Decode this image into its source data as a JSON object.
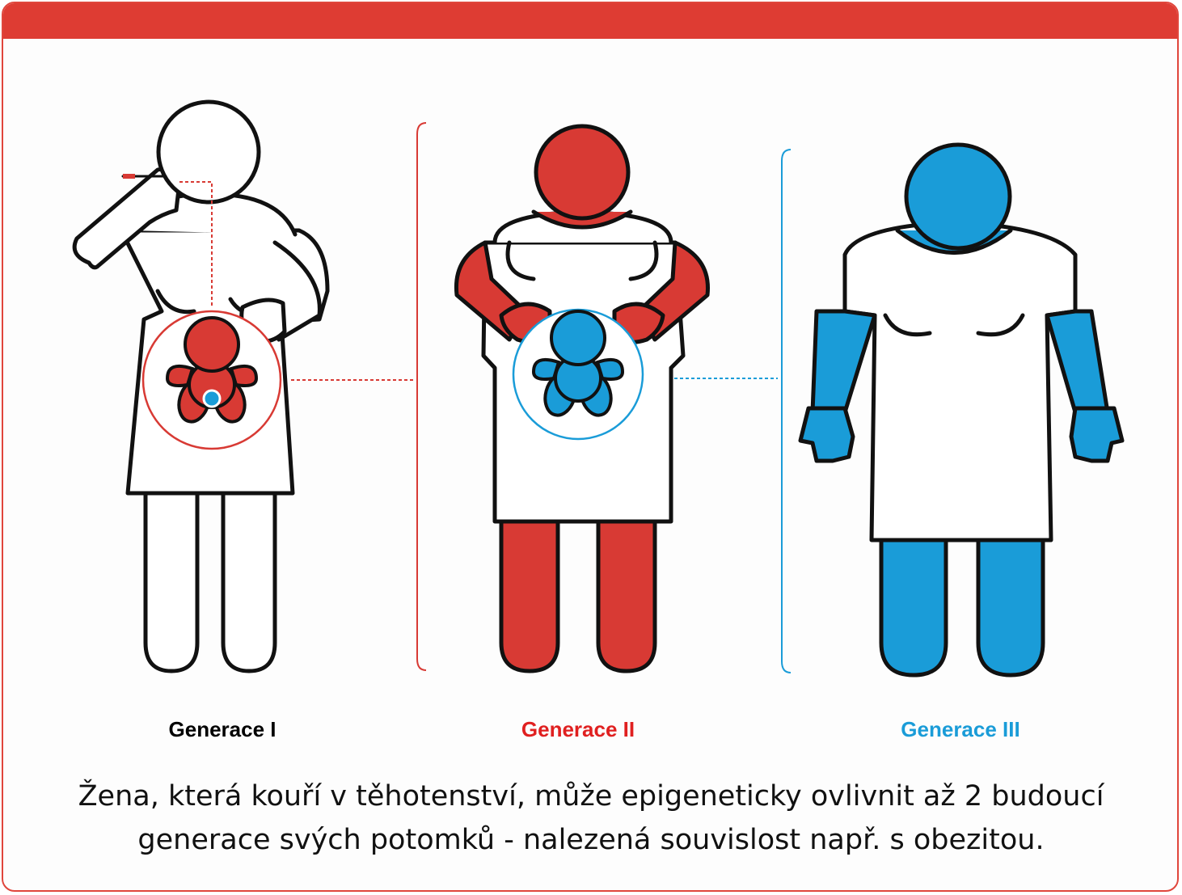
{
  "generations": [
    {
      "label": "Generace I",
      "color": "#000000"
    },
    {
      "label": "Generace II",
      "color": "#e02020"
    },
    {
      "label": "Generace III",
      "color": "#1a9cd8"
    }
  ],
  "caption": {
    "line1": "Žena, která kouří v těhotenství, může epigeneticky ovlivnit až 2 budoucí",
    "line2": "generace svých potomků - nalezená souvislost např. s obezitou."
  },
  "colors": {
    "accent_red": "#de3c33",
    "figure_red": "#d83a34",
    "figure_blue": "#1a9cd8",
    "outline": "#111111"
  },
  "icons": {
    "figure_1": "pregnant-smoking-woman-icon",
    "figure_2": "pregnant-woman-red-icon",
    "figure_3": "woman-blue-icon"
  }
}
